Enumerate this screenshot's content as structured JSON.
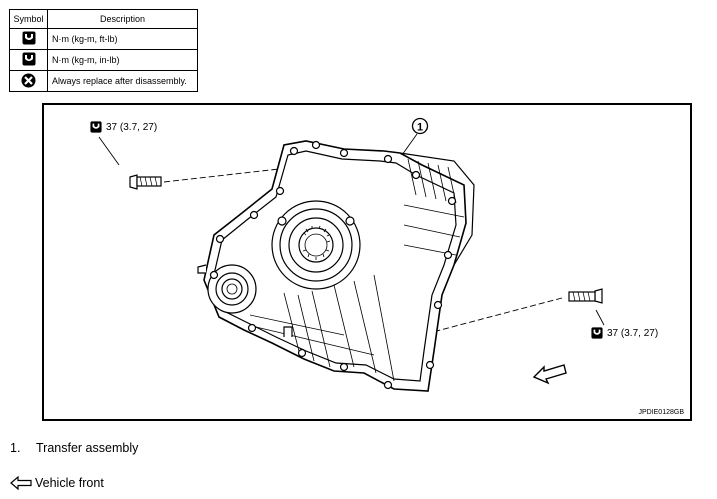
{
  "legend": {
    "header_symbol": "Symbol",
    "header_description": "Description",
    "rows": [
      {
        "icon": "torque-wrench-icon",
        "description": "N·m (kg-m, ft-lb)"
      },
      {
        "icon": "torque-wrench-inlb-icon",
        "description": "N·m (kg-m, in-lb)"
      },
      {
        "icon": "always-replace-icon",
        "description": "Always replace after disassembly."
      }
    ]
  },
  "figure": {
    "callout_number": "1",
    "torque_top_left": "37 (3.7, 27)",
    "torque_right": "37 (3.7, 27)",
    "figure_id": "JPDIE0128GB"
  },
  "captions": {
    "part_number": "1.",
    "part_name": "Transfer assembly",
    "front_label": "Vehicle front"
  }
}
